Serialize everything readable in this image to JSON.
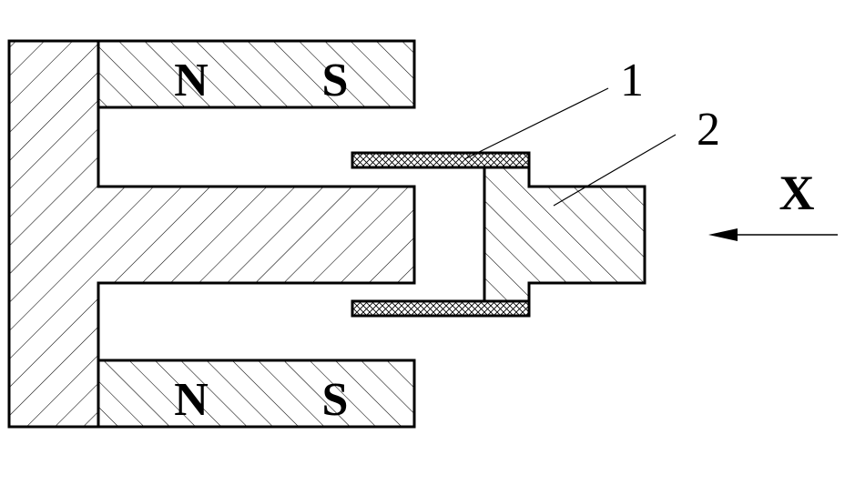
{
  "magnets": {
    "top": {
      "north": "N",
      "south": "S"
    },
    "bottom": {
      "north": "N",
      "south": "S"
    }
  },
  "callouts": {
    "label_1": "1",
    "label_2": "2"
  },
  "direction": {
    "label": "X"
  },
  "colors": {
    "stroke": "#000000",
    "background": "#ffffff"
  }
}
